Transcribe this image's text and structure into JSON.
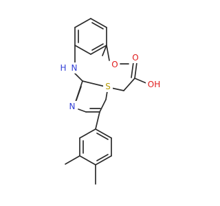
{
  "molecule": {
    "atom_labels": {
      "amine_nh": "H",
      "amine_n": "N",
      "methoxy_o": "O",
      "thiazole_s": "S",
      "thiazole_n": "N",
      "carbonyl_o": "O",
      "hydroxyl_oh": "OH"
    },
    "colors": {
      "bond": "#2b2b2b",
      "nitrogen": "#2f3dd6",
      "oxygen": "#e01b1b",
      "sulfur": "#b59a00",
      "background": "#ffffff"
    }
  }
}
